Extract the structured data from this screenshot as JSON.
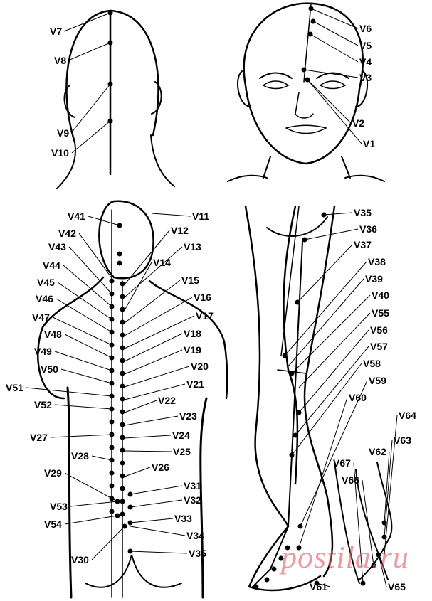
{
  "title": "Bladder meridian points (V1–V67)",
  "labels": {
    "V1": "V1",
    "V2": "V2",
    "V3": "V3",
    "V4": "V4",
    "V5": "V5",
    "V6": "V6",
    "V7": "V7",
    "V8": "V8",
    "V9": "V9",
    "V10": "V10",
    "V11": "V11",
    "V12": "V12",
    "V13": "V13",
    "V14": "V14",
    "V15": "V15",
    "V16": "V16",
    "V17": "V17",
    "V18": "V18",
    "V19": "V19",
    "V20": "V20",
    "V21": "V21",
    "V22": "V22",
    "V23": "V23",
    "V24": "V24",
    "V25": "V25",
    "V26": "V26",
    "V27": "V27",
    "V28": "V28",
    "V29": "V29",
    "V30": "V30",
    "V31": "V31",
    "V32": "V32",
    "V33": "V33",
    "V34": "V34",
    "V35": "V35",
    "V36": "V36",
    "V37": "V37",
    "V38": "V38",
    "V39": "V39",
    "V40": "V40",
    "V41": "V41",
    "V42": "V42",
    "V43": "V43",
    "V44": "V44",
    "V45": "V45",
    "V46": "V46",
    "V47": "V47",
    "V48": "V48",
    "V49": "V49",
    "V50": "V50",
    "V51": "V51",
    "V52": "V52",
    "V53": "V53",
    "V54": "V54",
    "V55": "V55",
    "V56": "V56",
    "V57": "V57",
    "V58": "V58",
    "V59": "V59",
    "V60": "V60",
    "V61": "V61",
    "V62": "V62",
    "V63": "V63",
    "V64": "V64",
    "V65": "V65",
    "V66": "V66",
    "V67": "V67",
    "V35b": "V35"
  },
  "watermark": "postila.ru"
}
